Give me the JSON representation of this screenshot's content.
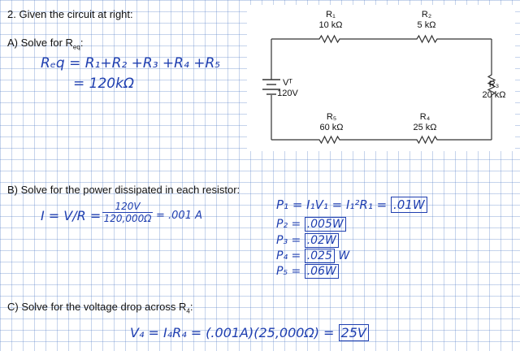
{
  "question": {
    "number_title": "2.  Given the circuit at right:",
    "part_a": "A)  Solve for R",
    "part_a_sub": "eq",
    "part_b": "B)  Solve for the power dissipated in each resistor:",
    "part_c": "C)  Solve for the voltage drop across R",
    "part_c_sub": "4"
  },
  "circuit": {
    "r1": {
      "name": "R₁",
      "value": "10 kΩ"
    },
    "r2": {
      "name": "R₂",
      "value": "5 kΩ"
    },
    "r3": {
      "name": "R₃",
      "value": "20 kΩ"
    },
    "r4": {
      "name": "R₄",
      "value": "25 kΩ"
    },
    "r5": {
      "name": "R₅",
      "value": "60 kΩ"
    },
    "vt": {
      "name": "Vᵀ",
      "value": "120V"
    }
  },
  "handwriting": {
    "req_line1": "Rₑq = R₁+R₂ +R₃ +R₄ +R₅",
    "req_line2": "= 120kΩ",
    "current_lhs": "I = V/R =",
    "current_num": "120V",
    "current_den": "120,000Ω",
    "current_result": "= .001 A",
    "p1": "P₁ = I₁V₁ = I₁²R₁ =",
    "p1_val": ".01W",
    "p2": "P₂ =",
    "p2_val": ".005W",
    "p3": "P₃ =",
    "p3_val": ".02W",
    "p4": "P₄ =",
    "p4_val": ".025",
    "p4_unit": "W",
    "p5": "P₅ =",
    "p5_val": ".06W",
    "v4_eq": "V₄ = I₄R₄ = (.001A)(25,000Ω) =",
    "v4_val": "25V"
  }
}
